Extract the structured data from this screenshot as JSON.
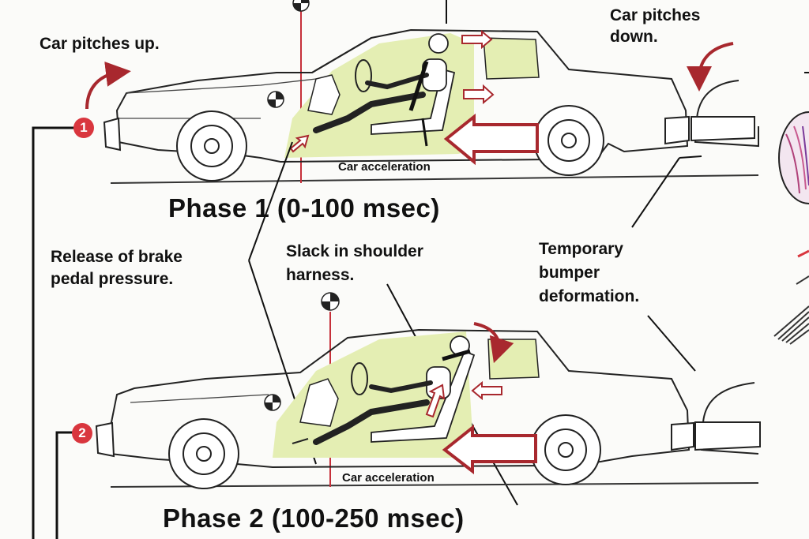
{
  "labels": {
    "pitch_up": "Car pitches up.",
    "pitch_down_1": "Car pitches",
    "pitch_down_2": "down.",
    "accel_1": "Car acceleration",
    "accel_2": "Car acceleration",
    "phase1": "Phase 1 (0-100 msec)",
    "phase2": "Phase 2 (100-250 msec)",
    "brake_1": "Release of brake",
    "brake_2": "pedal pressure.",
    "slack_1": "Slack in shoulder",
    "slack_2": "harness.",
    "bumper_1": "Temporary",
    "bumper_2": "bumper",
    "bumper_3": "deformation."
  },
  "steps": {
    "one": "1",
    "two": "2"
  },
  "colors": {
    "accent_red": "#d9363e",
    "arrow_red": "#a8282e",
    "cabin_fill": "#e4eeb3",
    "ink": "#111111"
  }
}
